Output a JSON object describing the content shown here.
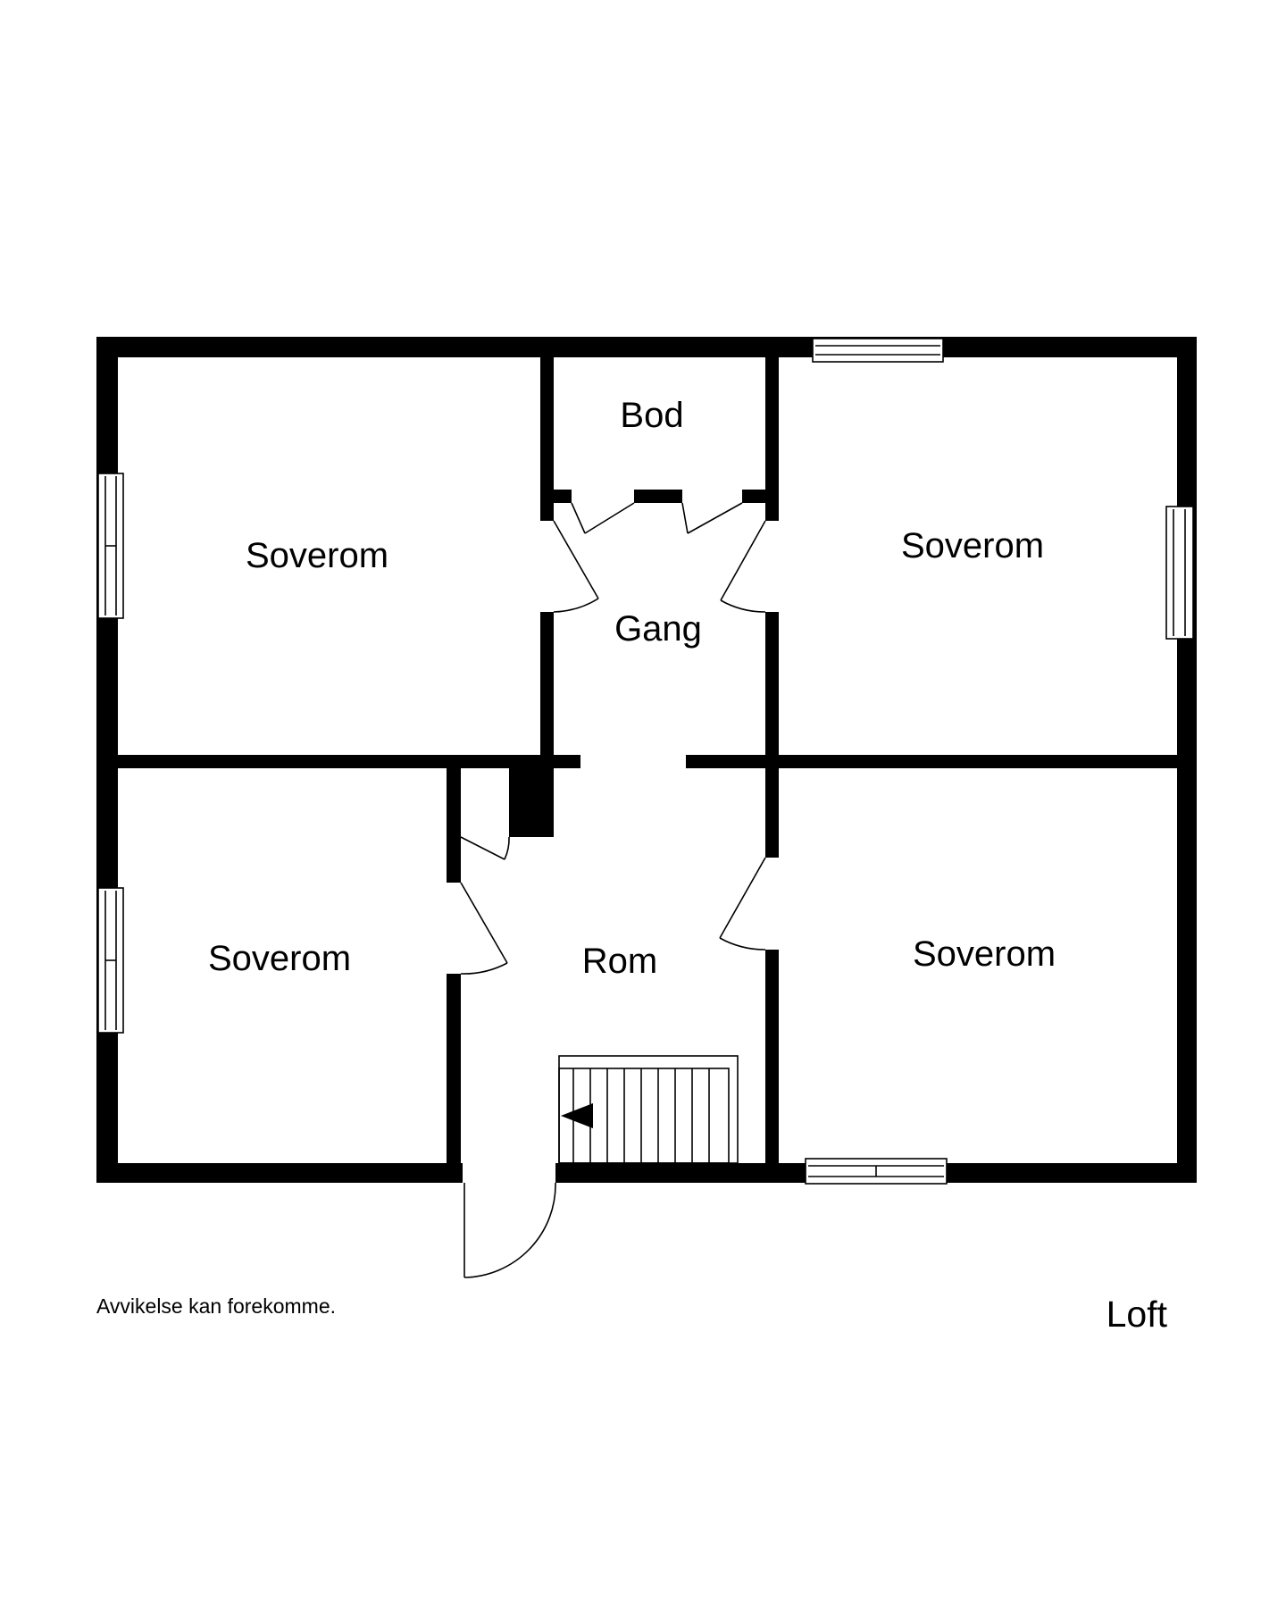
{
  "rooms": {
    "soverom_nw": "Soverom",
    "bod": "Bod",
    "gang": "Gang",
    "soverom_ne": "Soverom",
    "soverom_sw": "Soverom",
    "rom": "Rom",
    "soverom_se": "Soverom"
  },
  "disclaimer": "Avvikelse kan forekomme.",
  "floor_name": "Loft",
  "colors": {
    "wall": "#000000",
    "background": "#ffffff"
  }
}
